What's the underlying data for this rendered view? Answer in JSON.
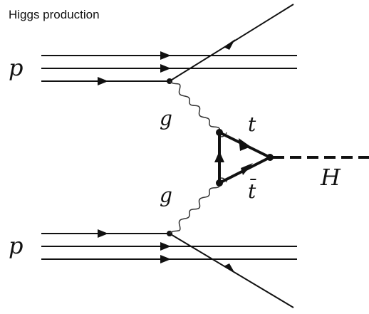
{
  "title": "Higgs production",
  "labels": {
    "proton_top": "p",
    "proton_bottom": "p",
    "gluon_top": "g",
    "gluon_bottom": "g",
    "top_quark": "t",
    "antitop_quark": "t̄",
    "higgs": "H"
  }
}
